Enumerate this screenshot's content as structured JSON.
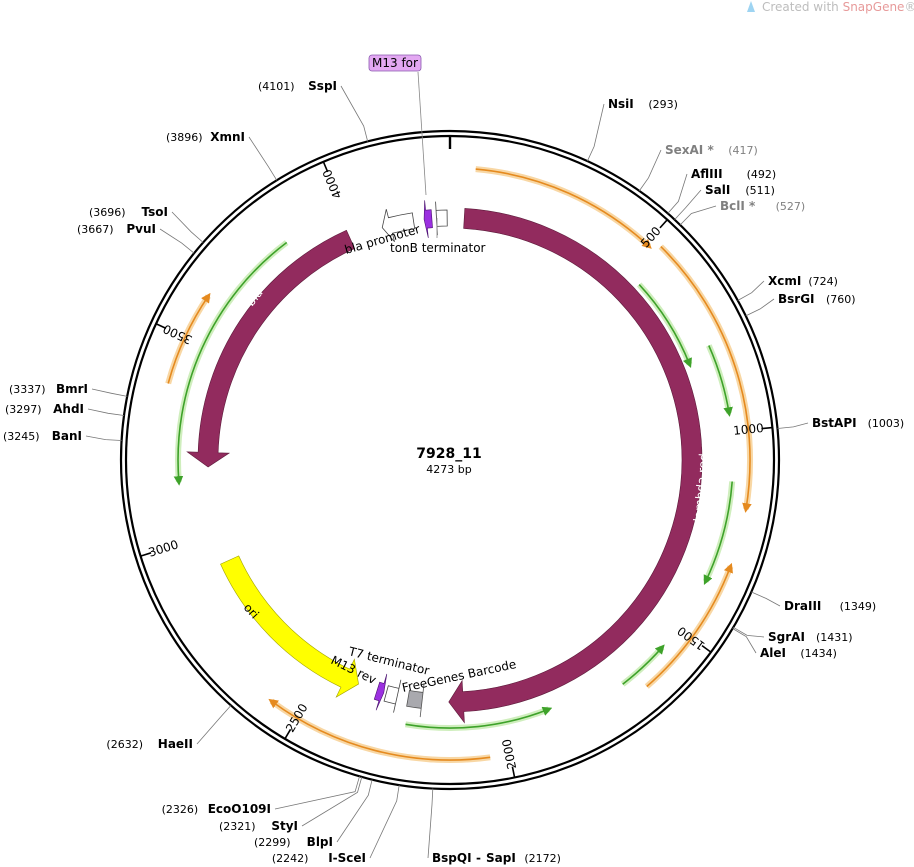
{
  "brand": {
    "prefix": "Created with ",
    "snap": "SnapGene",
    "suffix": "®"
  },
  "plasmid": {
    "name": "7928_11",
    "length_label": "4273 bp",
    "length": 4273
  },
  "ticks": [
    {
      "pos": 500,
      "label": "500"
    },
    {
      "pos": 1000,
      "label": "1000"
    },
    {
      "pos": 1500,
      "label": "1500"
    },
    {
      "pos": 2000,
      "label": "2000"
    },
    {
      "pos": 2500,
      "label": "2500"
    },
    {
      "pos": 3000,
      "label": "3000"
    },
    {
      "pos": 3500,
      "label": "3500"
    },
    {
      "pos": 4000,
      "label": "4000"
    }
  ],
  "sites": [
    {
      "name": "SspI",
      "pos_label": "(4101)",
      "pos": 4101
    },
    {
      "name": "NsiI",
      "pos_label": "(293)",
      "pos": 293
    },
    {
      "name": "SexAI *",
      "pos_label": "(417)",
      "pos": 417,
      "gray": true
    },
    {
      "name": "AflIII",
      "pos_label": "(492)",
      "pos": 492
    },
    {
      "name": "SalI",
      "pos_label": "(511)",
      "pos": 511
    },
    {
      "name": "BclI *",
      "pos_label": "(527)",
      "pos": 527,
      "gray": true
    },
    {
      "name": "XmnI",
      "pos_label": "(3896)",
      "pos": 3896
    },
    {
      "name": "TsoI",
      "pos_label": "(3696)",
      "pos": 3696
    },
    {
      "name": "PvuI",
      "pos_label": "(3667)",
      "pos": 3667
    },
    {
      "name": "XcmI",
      "pos_label": "(724)",
      "pos": 724
    },
    {
      "name": "BsrGI",
      "pos_label": "(760)",
      "pos": 760
    },
    {
      "name": "BstAPI",
      "pos_label": "(1003)",
      "pos": 1003
    },
    {
      "name": "BmrI",
      "pos_label": "(3337)",
      "pos": 3337
    },
    {
      "name": "AhdI",
      "pos_label": "(3297)",
      "pos": 3297
    },
    {
      "name": "BanI",
      "pos_label": "(3245)",
      "pos": 3245
    },
    {
      "name": "DraIII",
      "pos_label": "(1349)",
      "pos": 1349
    },
    {
      "name": "SgrAI",
      "pos_label": "(1431)",
      "pos": 1431
    },
    {
      "name": "AleI",
      "pos_label": "(1434)",
      "pos": 1434
    },
    {
      "name": "HaeII",
      "pos_label": "(2632)",
      "pos": 2632
    },
    {
      "name": "EcoO109I",
      "pos_label": "(2326)",
      "pos": 2326
    },
    {
      "name": "StyI",
      "pos_label": "(2321)",
      "pos": 2321
    },
    {
      "name": "BlpI",
      "pos_label": "(2299)",
      "pos": 2299
    },
    {
      "name": "I-SceI",
      "pos_label": "(2242)",
      "pos": 2242
    },
    {
      "name": "BspQI",
      "name2": "SapI",
      "pos_label": "(2172)",
      "pos": 2172
    }
  ],
  "features": {
    "lambda_red": {
      "label": "lambda red operon",
      "color": "#922b5e"
    },
    "bla": {
      "label": "bla",
      "color": "#922b5e"
    },
    "ori": {
      "label": "ori",
      "color": "#ffff00"
    },
    "bla_promoter": {
      "label": "bla promoter"
    },
    "tonb_terminator": {
      "label": "tonB terminator"
    },
    "t7_terminator": {
      "label": "T7 terminator"
    },
    "m13_rev": {
      "label": "M13 rev"
    },
    "m13_for": {
      "label": "M13 for",
      "color": "#e3a8f2"
    },
    "freegenes_barcode": {
      "label": "FreeGenes Barcode",
      "color": "#a9a9ae"
    }
  },
  "colors": {
    "orf_orange": "#e58a1f",
    "orf_green": "#3ea22a",
    "backbone": "#000000"
  }
}
